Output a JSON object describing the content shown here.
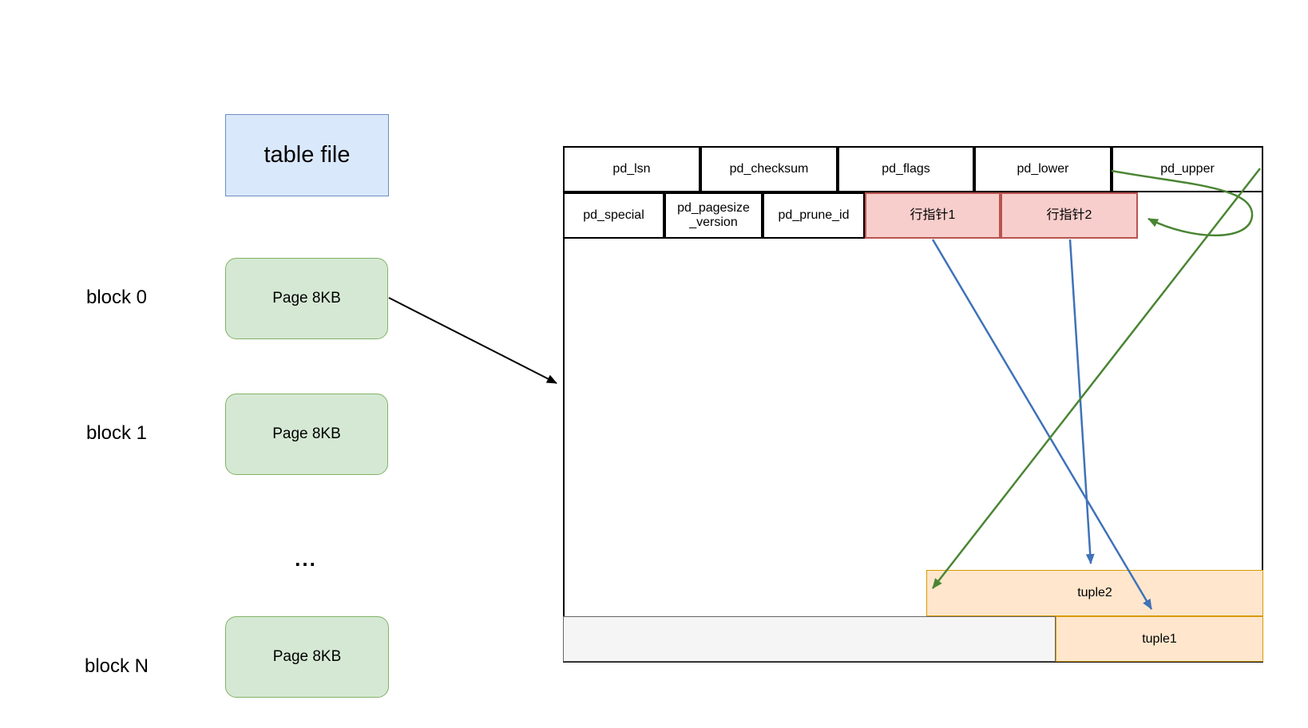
{
  "left_column": {
    "table_file_label": "table file",
    "ellipsis": "...",
    "blocks": [
      {
        "label": "block 0",
        "page_label": "Page 8KB"
      },
      {
        "label": "block 1",
        "page_label": "Page 8KB"
      },
      {
        "label": "block N",
        "page_label": "Page 8KB"
      }
    ]
  },
  "page": {
    "header_row1": [
      {
        "label": "pd_lsn"
      },
      {
        "label": "pd_checksum"
      },
      {
        "label": "pd_flags"
      },
      {
        "label": "pd_lower"
      },
      {
        "label": "pd_upper"
      }
    ],
    "header_row2": [
      {
        "label": "pd_special"
      },
      {
        "label": "pd_pagesize_version",
        "line1": "pd_pagesize",
        "line2": "_version"
      },
      {
        "label": "pd_prune_id"
      },
      {
        "label": "行指针1"
      },
      {
        "label": "行指针2"
      }
    ],
    "tuples": [
      {
        "label": "tuple2"
      },
      {
        "label": "tuple1"
      }
    ]
  },
  "colors": {
    "blue_box_fill": "#dae8fc",
    "blue_box_border": "#6c8ebf",
    "green_box_fill": "#d5e8d4",
    "green_box_border": "#82b366",
    "red_cell_fill": "#f8cecc",
    "red_cell_border": "#b85450",
    "orange_fill": "#ffe6cc",
    "orange_border": "#d79b00",
    "gray_fill": "#f5f5f5",
    "gray_border": "#666666",
    "cell_border": "#000000",
    "black_arrow": "#000000",
    "blue_arrow": "#3f72b8",
    "green_arrow": "#4a8533"
  }
}
